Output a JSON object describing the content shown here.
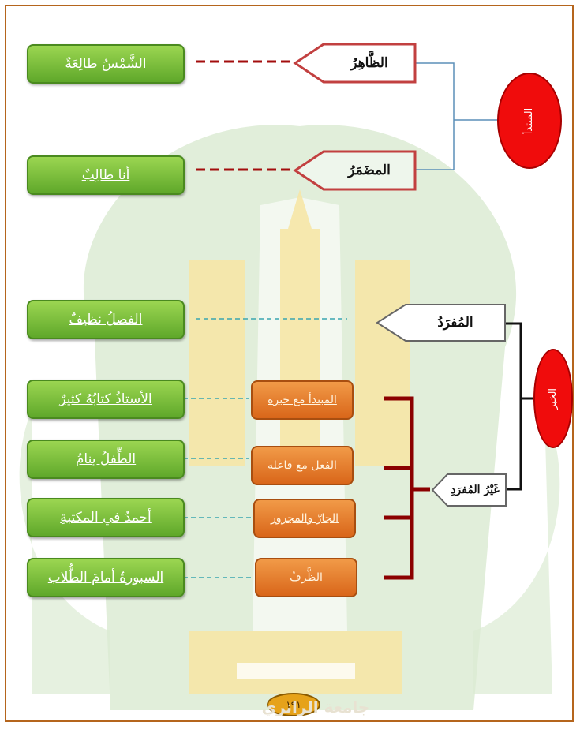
{
  "top_section": {
    "oval_label": "المبتدأ",
    "category_1": "الظَّاهِرُ",
    "category_2": "المضَمَرُ",
    "example_1": "الشَّمْسُ طالِعَةٌ",
    "example_2": "أنا طالِبٌ"
  },
  "bottom_section": {
    "oval_label": "الخبر",
    "category_1": "المُفرَدُ",
    "category_2": "غَيْرُ المُفرَدِ",
    "example_single": "الفصلُ نظيفٌ",
    "sub_types": [
      {
        "label": "المبتدأ مع خبره",
        "example": "الأستاذُ كتابُهُ كثيرٌ"
      },
      {
        "label": "الفعل مع فاعله",
        "example": "الطِّفلُ ينامُ"
      },
      {
        "label": "الجارّ والمجرور",
        "example": "أحمدُ في المكتبةِ"
      },
      {
        "label": "الظَّرفُ",
        "example": "السبورةُ أمامَ الطُّلاب"
      }
    ]
  },
  "footer": {
    "page_number": "١٩١",
    "watermark_text": "جامعة الرانري"
  },
  "colors": {
    "frame": "#b5651d",
    "green_box": "#7bc142",
    "orange_box": "#e87c2a",
    "oval": "#f00c0c",
    "watermark_green": "#cfe3c4",
    "watermark_yellow": "#f6e6a6",
    "dashed_red": "#a30d0d",
    "dashed_teal": "#3aa6b0",
    "bracket_dark_red": "#8b0000"
  }
}
